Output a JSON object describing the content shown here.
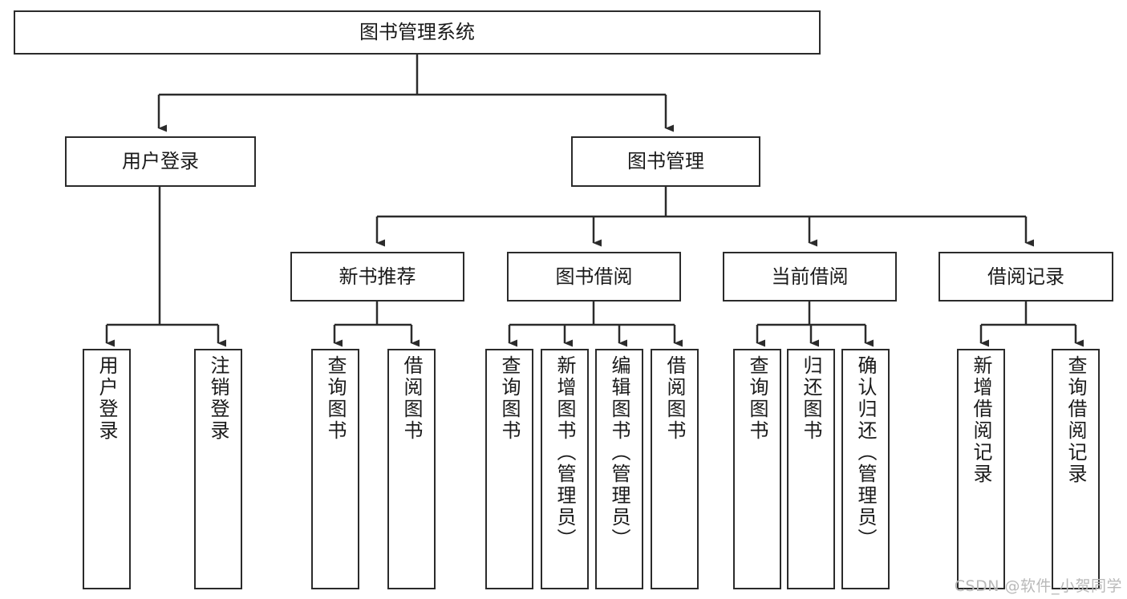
{
  "diagram": {
    "title": "图书管理系统",
    "type": "tree-hierarchy",
    "watermark": "CSDN @软件_小贺同学",
    "colors": {
      "stroke": "#2b2b2b",
      "fill": "#ffffff",
      "text": "#1a1a1a",
      "watermark": "#b9b9b9"
    },
    "root": {
      "label": "图书管理系统"
    },
    "level2": [
      {
        "label": "用户登录"
      },
      {
        "label": "图书管理"
      }
    ],
    "level3": [
      {
        "label": "新书推荐"
      },
      {
        "label": "图书借阅"
      },
      {
        "label": "当前借阅"
      },
      {
        "label": "借阅记录"
      }
    ],
    "leaves": {
      "user_login": [
        {
          "label": "用户登录"
        },
        {
          "label": "注销登录"
        }
      ],
      "new_book_recommend": [
        {
          "label": "查询图书"
        },
        {
          "label": "借阅图书"
        }
      ],
      "book_borrow": [
        {
          "label": "查询图书"
        },
        {
          "label": "新增图书（管理员）"
        },
        {
          "label": "编辑图书（管理员）"
        },
        {
          "label": "借阅图书"
        }
      ],
      "current_borrow": [
        {
          "label": "查询图书"
        },
        {
          "label": "归还图书"
        },
        {
          "label": "确认归还（管理员）"
        }
      ],
      "borrow_record": [
        {
          "label": "新增借阅记录"
        },
        {
          "label": "查询借阅记录"
        }
      ]
    }
  }
}
